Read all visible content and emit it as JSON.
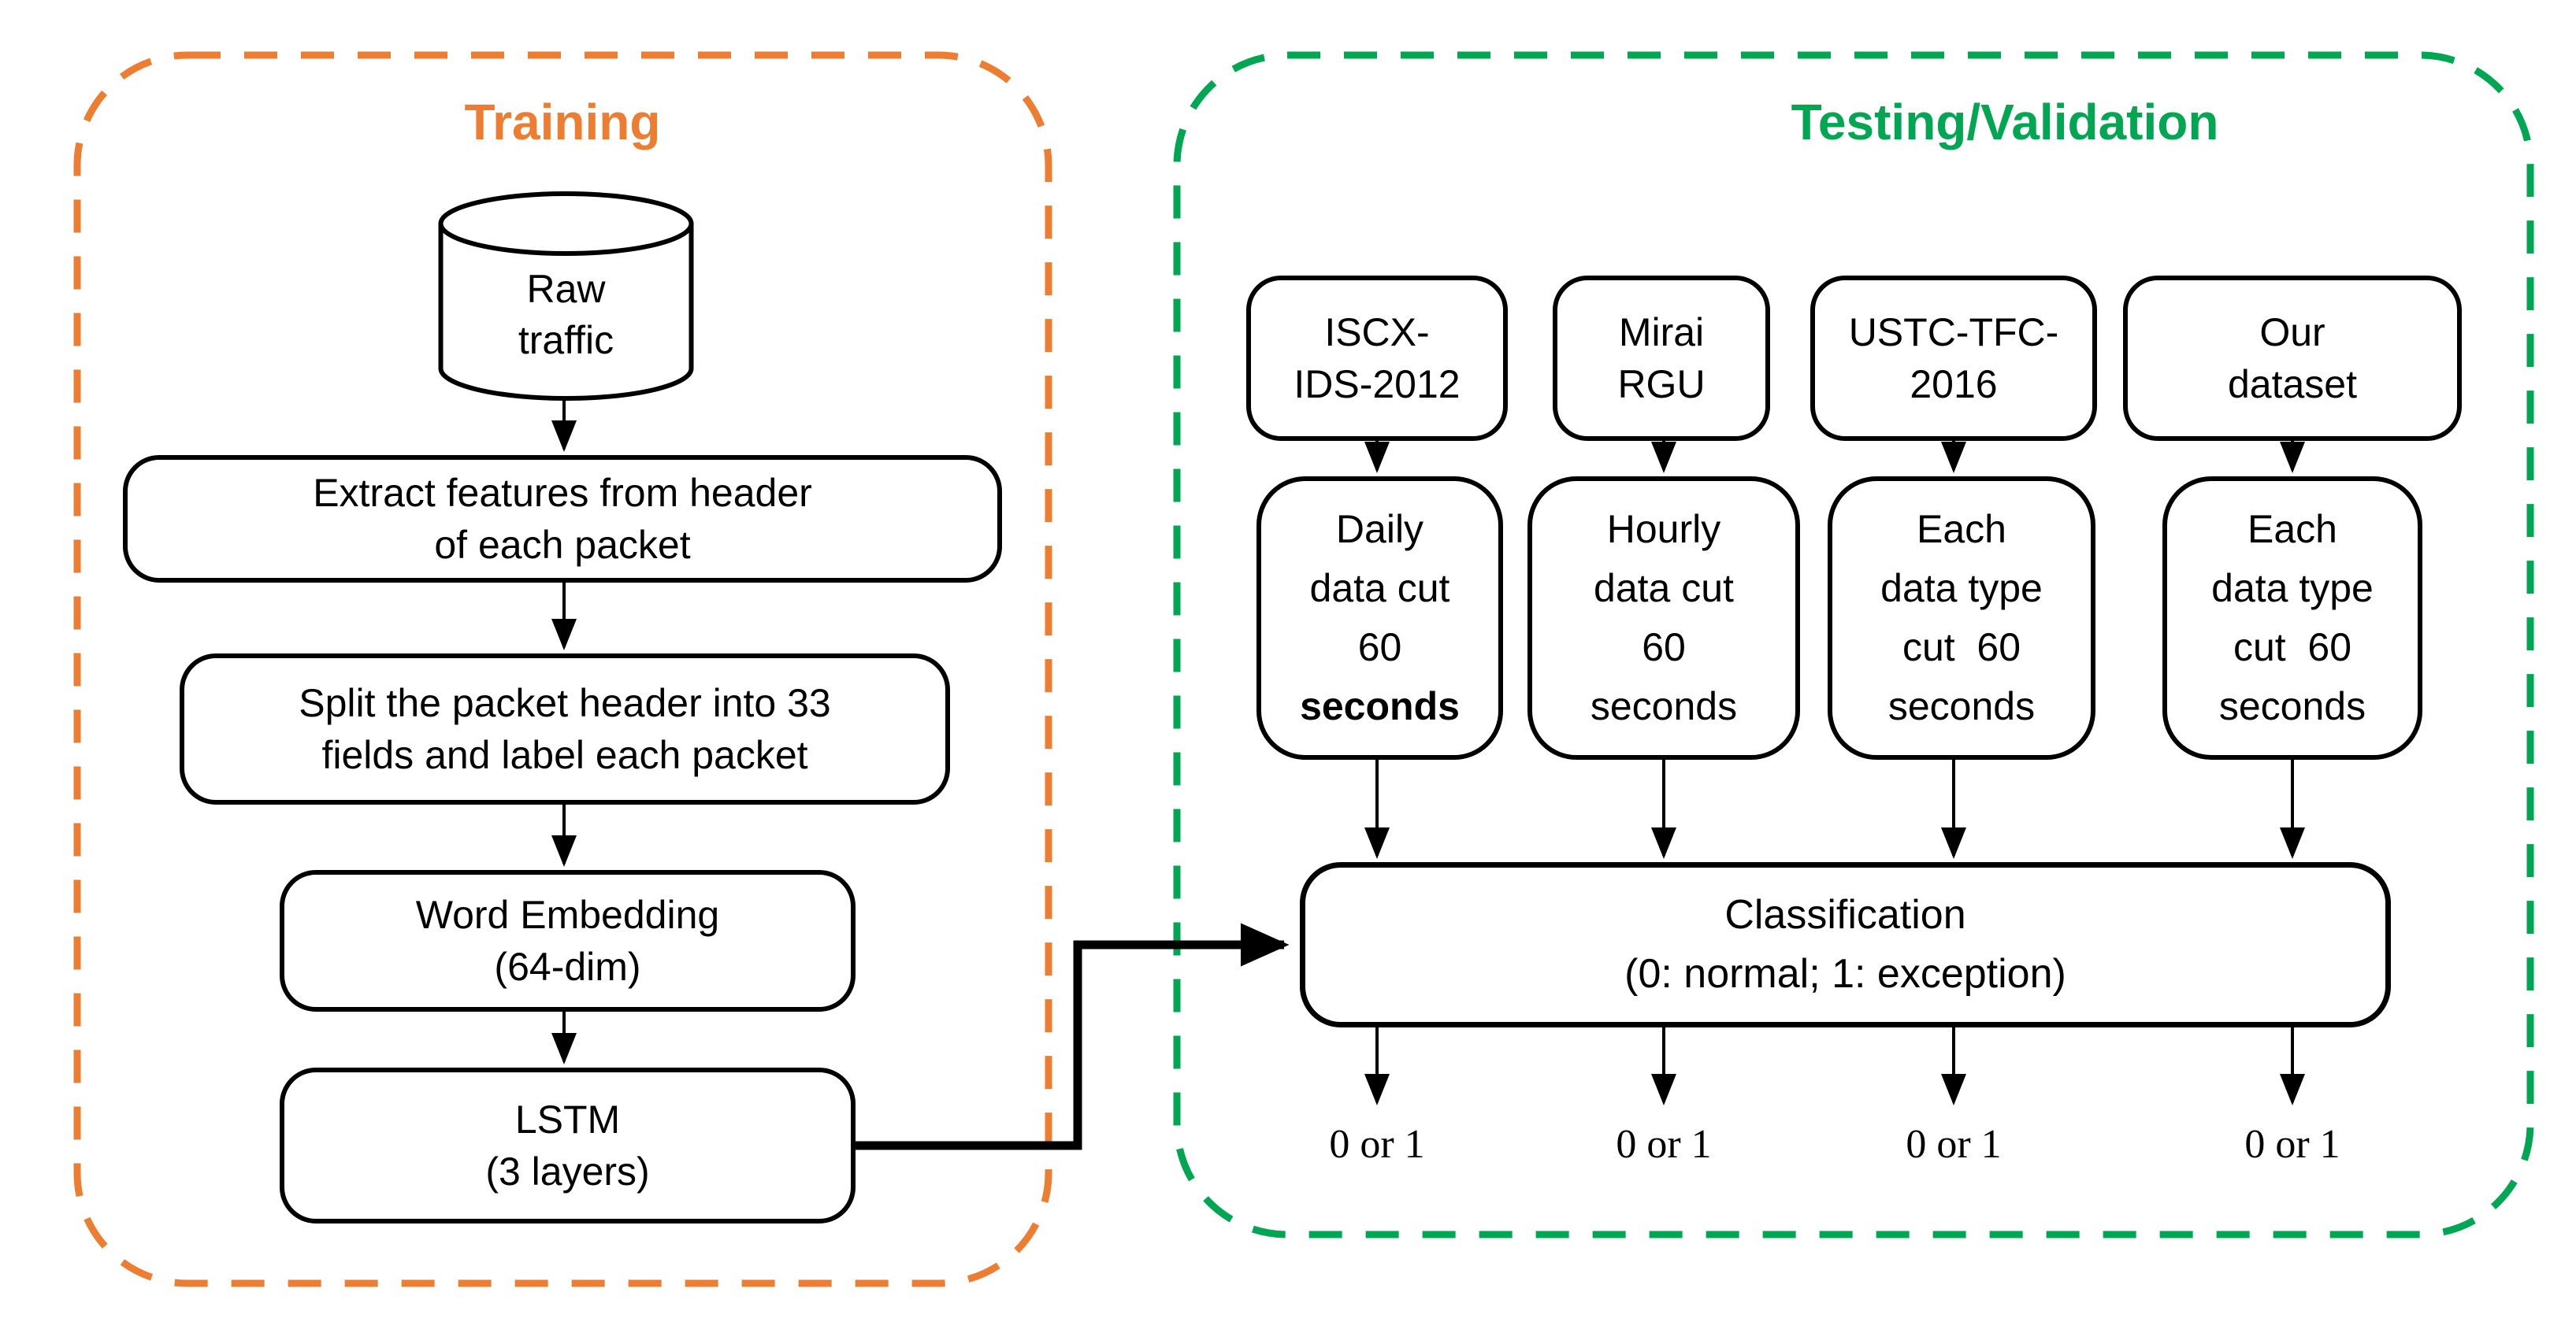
{
  "colors": {
    "training_accent": "#ED7D31",
    "testing_accent": "#00A651",
    "line": "#000000"
  },
  "training": {
    "title": "Training",
    "raw_traffic": "Raw\ntraffic",
    "extract": "Extract features from header\nof each packet",
    "split": "Split the packet header into 33\nfields and label each packet",
    "word_embedding": "Word Embedding\n(64-dim)",
    "lstm": "LSTM\n(3 layers)"
  },
  "testing": {
    "title": "Testing/Validation",
    "datasets": [
      {
        "label": "ISCX-\nIDS-2012"
      },
      {
        "label": "Mirai\nRGU"
      },
      {
        "label": "USTC-TFC-\n2016"
      },
      {
        "label": "Our\ndataset"
      }
    ],
    "cuts": [
      {
        "lines": [
          "Daily",
          "data cut",
          "60",
          "seconds"
        ]
      },
      {
        "lines": [
          "Hourly",
          "data cut",
          "60",
          "seconds"
        ]
      },
      {
        "lines": [
          "Each",
          "data type",
          "cut  60",
          "seconds"
        ]
      },
      {
        "lines": [
          "Each",
          "data type",
          "cut  60",
          "seconds"
        ]
      }
    ],
    "classification": "Classification\n(0: normal; 1: exception)",
    "outputs": [
      "0 or 1",
      "0 or 1",
      "0 or 1",
      "0 or 1"
    ]
  }
}
